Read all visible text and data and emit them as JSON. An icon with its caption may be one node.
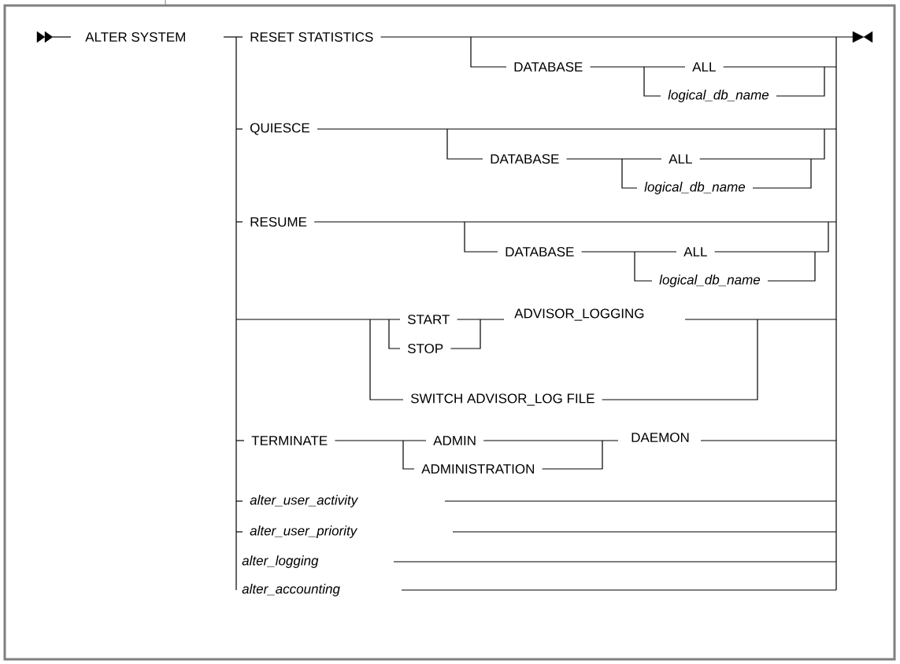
{
  "diagram": {
    "labels": [
      "ALTER SYSTEM",
      "RESET STATISTICS",
      "DATABASE",
      "ALL",
      "logical_db_name",
      "QUIESCE",
      "DATABASE",
      "ALL",
      "logical_db_name",
      "RESUME",
      "DATABASE",
      "ALL",
      "logical_db_name",
      "START",
      "ADVISOR_LOGGING",
      "STOP",
      "SWITCH ADVISOR_LOG FILE",
      "TERMINATE",
      "ADMIN",
      "DAEMON",
      "ADMINISTRATION",
      "alter_user_activity",
      "alter_user_priority",
      "alter_logging",
      "alter_accounting"
    ]
  }
}
